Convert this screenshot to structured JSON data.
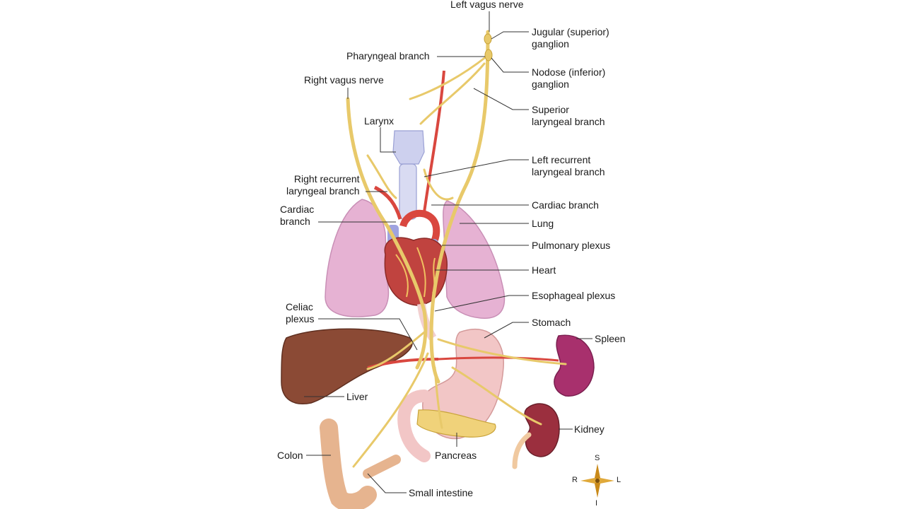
{
  "labels": {
    "left_vagus_nerve": [
      "Left vagus nerve"
    ],
    "jugular_ganglion": [
      "Jugular (superior)",
      "ganglion"
    ],
    "pharyngeal_branch": [
      "Pharyngeal branch"
    ],
    "nodose_ganglion": [
      "Nodose (inferior)",
      "ganglion"
    ],
    "right_vagus_nerve": [
      "Right vagus nerve"
    ],
    "superior_laryngeal_branch": [
      "Superior",
      "laryngeal branch"
    ],
    "larynx": [
      "Larynx"
    ],
    "left_recurrent_laryngeal_branch": [
      "Left recurrent",
      "laryngeal branch"
    ],
    "right_recurrent_laryngeal_branch": [
      "Right recurrent",
      "laryngeal branch"
    ],
    "cardiac_branch_left": [
      "Cardiac branch"
    ],
    "cardiac_branch_right": [
      "Cardiac",
      "branch"
    ],
    "lung": [
      "Lung"
    ],
    "pulmonary_plexus": [
      "Pulmonary plexus"
    ],
    "heart": [
      "Heart"
    ],
    "esophageal_plexus": [
      "Esophageal plexus"
    ],
    "celiac_plexus": [
      "Celiac",
      "plexus"
    ],
    "stomach": [
      "Stomach"
    ],
    "spleen": [
      "Spleen"
    ],
    "liver": [
      "Liver"
    ],
    "kidney": [
      "Kidney"
    ],
    "pancreas": [
      "Pancreas"
    ],
    "colon": [
      "Colon"
    ],
    "small_intestine": [
      "Small intestine"
    ]
  },
  "compass": {
    "north": "S",
    "south": "I",
    "west": "R",
    "east": "L"
  },
  "colors": {
    "nerve": "#e8c96a",
    "nerve_dark": "#c9a43a",
    "lung": "#e6b2d3",
    "heart": "#c0433f",
    "artery": "#d9473f",
    "vein": "#9fa3e0",
    "liver": "#8b4a35",
    "stomach": "#f2c6c6",
    "spleen": "#a8306d",
    "kidney": "#9b2f3e",
    "pancreas": "#f0d27a",
    "colon": "#e6b48f",
    "larynx": "#cdd0ee",
    "leader": "#333333"
  }
}
